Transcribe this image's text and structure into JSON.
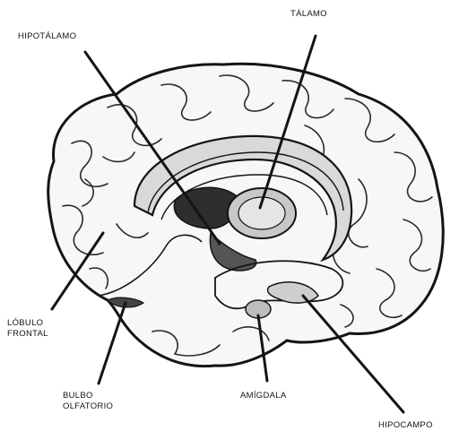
{
  "labels": {
    "hipotalamo": "HIPOTÁLAMO",
    "talamo": "TÁLAMO",
    "lobulo_frontal": [
      "LÓBULO",
      "FRONTAL"
    ],
    "bulbo_olfatorio": [
      "BULBO",
      "OLFATORIO"
    ],
    "amigdala": "AMÍGDALA",
    "hipocampo": "HIPOCAMPO"
  },
  "colors": {
    "ink": "#141414",
    "background": "#ffffff",
    "shade": "#3a3a3a",
    "light_shade": "#b8b8b8"
  }
}
